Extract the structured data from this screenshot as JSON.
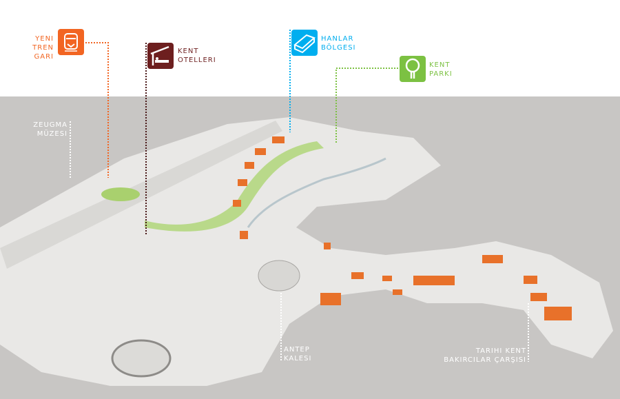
{
  "legend": [
    {
      "id": "tren",
      "line1": "YENI",
      "line2": "TREN GARI",
      "icon": "train-icon",
      "color": "#f26522"
    },
    {
      "id": "otel",
      "line1": "KENT",
      "line2": "OTELLERI",
      "icon": "hotel-bed-icon",
      "color": "#6d1f1f"
    },
    {
      "id": "hanlar",
      "line1": "HANLAR",
      "line2": "BÖLGESI",
      "icon": "building-block-icon",
      "color": "#00aeef"
    },
    {
      "id": "park",
      "line1": "KENT",
      "line2": "PARKI",
      "icon": "tree-icon",
      "color": "#7cc142"
    }
  ],
  "map_labels": {
    "zeugma_1": "ZEUGMA",
    "zeugma_2": "MÜZESI",
    "kale_1": "ANTEP",
    "kale_2": "KALESI",
    "tarihi_1": "TARIHI KENT",
    "tarihi_2": "BAKIRCILAR ÇARŞISI"
  },
  "colors": {
    "ground": "#c8c6c4",
    "buildings": "#eeeeec",
    "highlight": "#e8712a",
    "park": "#b9d98a"
  }
}
